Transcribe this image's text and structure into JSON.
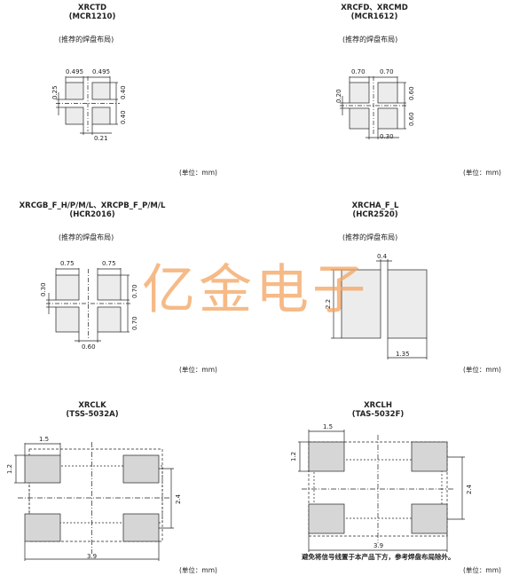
{
  "watermark": "亿金电子",
  "unit_label": "(单位：mm)",
  "pattern_label": "(推荐的焊盘布局)",
  "panels": {
    "xrctd": {
      "title": "XRCTD",
      "subtitle": "(MCR1210)",
      "d1": "0.495",
      "d2": "0.495",
      "d3": "0.25",
      "d4": "0.40",
      "d5": "0.40",
      "d6": "0.21"
    },
    "xrcfd": {
      "title": "XRCFD、XRCMD",
      "subtitle": "(MCR1612)",
      "d1": "0.70",
      "d2": "0.70",
      "d3": "0.20",
      "d4": "0.60",
      "d5": "0.60",
      "d6": "0.30"
    },
    "xrcgb": {
      "title": "XRCGB_F_H/P/M/L、XRCPB_F_P/M/L",
      "subtitle": "(HCR2016)",
      "d1": "0.75",
      "d2": "0.75",
      "d3": "0.30",
      "d4": "0.70",
      "d5": "0.70",
      "d6": "0.60"
    },
    "xrcha": {
      "title": "XRCHA_F_L",
      "subtitle": "(HCR2520)",
      "d1": "0.4",
      "d2": "2.2",
      "d3": "1.35"
    },
    "xrclk": {
      "title": "XRCLK",
      "subtitle": "(TSS-5032A)",
      "d1": "1.5",
      "d2": "1.2",
      "d3": "2.4",
      "d4": "3.9"
    },
    "xrclh": {
      "title": "XRCLH",
      "subtitle": "(TAS-5032F)",
      "d1": "1.5",
      "d2": "1.2",
      "d3": "2.4",
      "d4": "3.9",
      "note": "避免将信号线置于本产品下方，参考焊盘布局除外。"
    }
  }
}
